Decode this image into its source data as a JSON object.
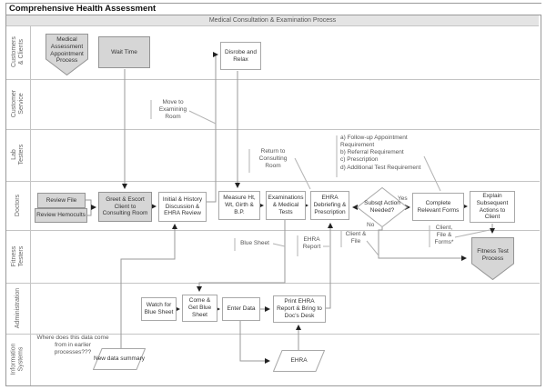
{
  "title": "Comprehensive Health Assessment",
  "process_header": "Medical Consultation & Examination Process",
  "colors": {
    "shape_fill": "#d6d6d6",
    "shape_border": "#949494",
    "connector": "#9a9a9a",
    "header_bg": "#e4e4e4"
  },
  "lanes": [
    {
      "label": "Customers & Clients"
    },
    {
      "label": "Customer Service"
    },
    {
      "label": "Lab Testers"
    },
    {
      "label": "Doctors"
    },
    {
      "label": "Fitness Testers"
    },
    {
      "label": "Administration"
    },
    {
      "label": "Information Systems"
    }
  ],
  "nodes": {
    "medical_assessment": {
      "label": "Medical Assessment Appointment Process",
      "shape": "pentagon-down",
      "lane": "Customers & Clients"
    },
    "wait_time": {
      "label": "Wait Time",
      "shape": "rect",
      "lane": "Customers & Clients"
    },
    "disrobe": {
      "label": "Disrobe and Relax",
      "shape": "rect",
      "lane": "Customers & Clients"
    },
    "review_file": {
      "label": "Review File",
      "shape": "rect",
      "lane": "Doctors"
    },
    "review_hemocults": {
      "label": "Review Hemocults",
      "shape": "rect",
      "lane": "Doctors"
    },
    "greet_escort": {
      "label": "Greet & Escort Client to Consulting Room",
      "shape": "rect",
      "lane": "Doctors"
    },
    "initial_history": {
      "label": "Initial & History Discussion & EHRA Review",
      "shape": "rect",
      "lane": "Doctors"
    },
    "measure": {
      "label": "Measure Ht, Wt, Girth & B.P.",
      "shape": "rect",
      "lane": "Doctors"
    },
    "examinations": {
      "label": "Examinations & Medical Tests",
      "shape": "rect",
      "lane": "Doctors"
    },
    "ehra_debriefing": {
      "label": "EHRA Debriefing & Prescription",
      "shape": "rect",
      "lane": "Doctors"
    },
    "subsqt_action": {
      "label": "Subsqt Action Needed?",
      "shape": "diamond",
      "lane": "Doctors"
    },
    "complete_forms": {
      "label": "Complete Relevant Forms",
      "shape": "rect",
      "lane": "Doctors"
    },
    "explain_actions": {
      "label": "Explain Subsequent Actions to Client",
      "shape": "rect",
      "lane": "Doctors"
    },
    "fitness_test": {
      "label": "Fitness Test Process",
      "shape": "pentagon-down",
      "lane": "Fitness Testers"
    },
    "watch_blue_sheet": {
      "label": "Watch for Blue Sheet",
      "shape": "rect",
      "lane": "Administration"
    },
    "come_get_blue_sheet": {
      "label": "Come & Get Blue Sheet",
      "shape": "rect",
      "lane": "Administration"
    },
    "enter_data": {
      "label": "Enter Data",
      "shape": "rect",
      "lane": "Administration"
    },
    "print_ehra": {
      "label": "Print EHRA Report & Bring to Doc's Desk",
      "shape": "rect",
      "lane": "Administration"
    },
    "new_data_summary": {
      "label": "New data summary",
      "shape": "parallelogram",
      "lane": "Information Systems"
    },
    "ehra_store": {
      "label": "EHRA",
      "shape": "parallelogram",
      "lane": "Information Systems"
    }
  },
  "edge_labels": {
    "yes": "Yes",
    "no": "No",
    "move_to_examining_room": "Move to Examining Room",
    "return_to_consulting_room": "Return to Consulting Room",
    "blue_sheet": "Blue Sheet",
    "ehra_report": "EHRA Report",
    "client_file": "Client & File",
    "client_file_forms": "Client, File & Forms*"
  },
  "annotations": {
    "requirements": {
      "lines": [
        "a) Follow-up Appointment Requirement",
        "b) Referral Requirement",
        "c) Prescription",
        "d) Additional Test Requirement"
      ]
    },
    "data_question": "Where does this data come from in earlier processes???"
  }
}
